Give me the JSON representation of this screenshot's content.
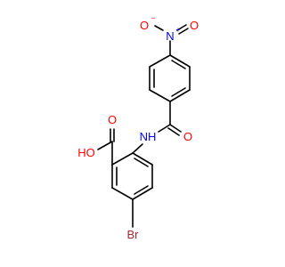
{
  "colors": {
    "bond": "#000000",
    "oxygen": "#ff0000",
    "nitrogen": "#0000ff",
    "bromine": "#a52a2a",
    "carbon_label": "#000000"
  },
  "atoms": {
    "nitro_o_left": "O",
    "nitro_o_left_charge": "−",
    "nitro_n": "N",
    "nitro_n_charge": "+",
    "nitro_o_right": "O",
    "amide_o": "O",
    "amide_nh": "NH",
    "acid_o": "O",
    "acid_ho": "HO",
    "bromine": "Br"
  }
}
